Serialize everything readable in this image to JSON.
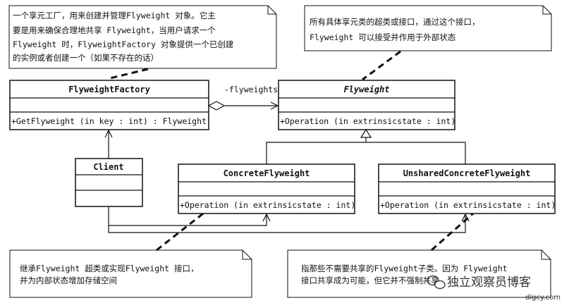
{
  "notes": {
    "factory_note": [
      "一个享元工厂，用来创建并管理Flyweight 对象。它主",
      "要是用来确保合理地共享 Flyweight，当用户请求一个",
      "Flyweight 时，FlyweightFactory 对象提供一个已创建",
      "的实例或者创建一个（如果不存在的话）"
    ],
    "flyweight_note": [
      "所有具体享元类的超类或接口，通过这个接口，",
      "Flyweight 可以接受并作用于外部状态"
    ],
    "concrete_note": [
      "继承Flyweight 超类或实现Flyweight 接口，",
      "并为内部状态增加存储空间"
    ],
    "unshared_note": [
      "指那些不需要共享的Flyweight子类。因为 Flyweight",
      "接口共享成为可能，但它并不强制共享"
    ]
  },
  "classes": {
    "factory": {
      "name": "FlyweightFactory",
      "op": "+GetFlyweight (in key  : int) : Flyweight"
    },
    "flyweight": {
      "name": "Flyweight",
      "op": "+Operation (in extrinsicstate  : int)"
    },
    "client": {
      "name": "Client"
    },
    "concrete": {
      "name": "ConcreteFlyweight",
      "op": "+Operation (in extrinsicstate  : int)"
    },
    "unshared": {
      "name": "UnsharedConcreteFlyweight",
      "op": "+Operation (in extrinsicstate  : int)"
    }
  },
  "association": {
    "role": "-flyweights"
  },
  "watermark": {
    "text": "独立观察员博客",
    "site": "dlgcy.com"
  }
}
